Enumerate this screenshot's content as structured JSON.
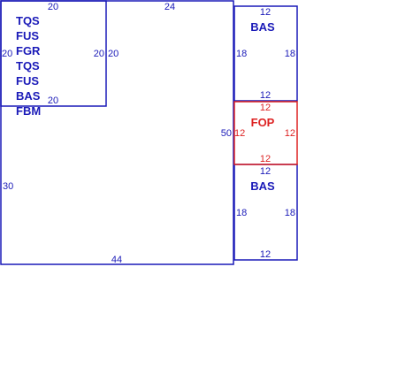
{
  "colors": {
    "primary": "#1a1ab8",
    "highlight": "#dd2222",
    "background": "#ffffff"
  },
  "main_block": {
    "top_label": "24",
    "bottom_label": "44",
    "left_label": "30",
    "right_label": "50"
  },
  "inset_block": {
    "top_label": "20",
    "left_label": "20",
    "right_label": "20",
    "bottom_label": "20",
    "right_outer_label": "20",
    "codes": [
      "TQS",
      "FUS",
      "FGR",
      "TQS",
      "FUS",
      "BAS",
      "FBM"
    ]
  },
  "side_top": {
    "code": "BAS",
    "top_label": "12",
    "bottom_label": "12",
    "left_label": "18",
    "right_label": "18"
  },
  "side_mid": {
    "code": "FOP",
    "top_label": "12",
    "bottom_label": "12",
    "left_label": "12",
    "right_label": "12"
  },
  "side_bottom": {
    "code": "BAS",
    "top_label": "12",
    "bottom_label": "12",
    "left_label": "18",
    "right_label": "18"
  }
}
